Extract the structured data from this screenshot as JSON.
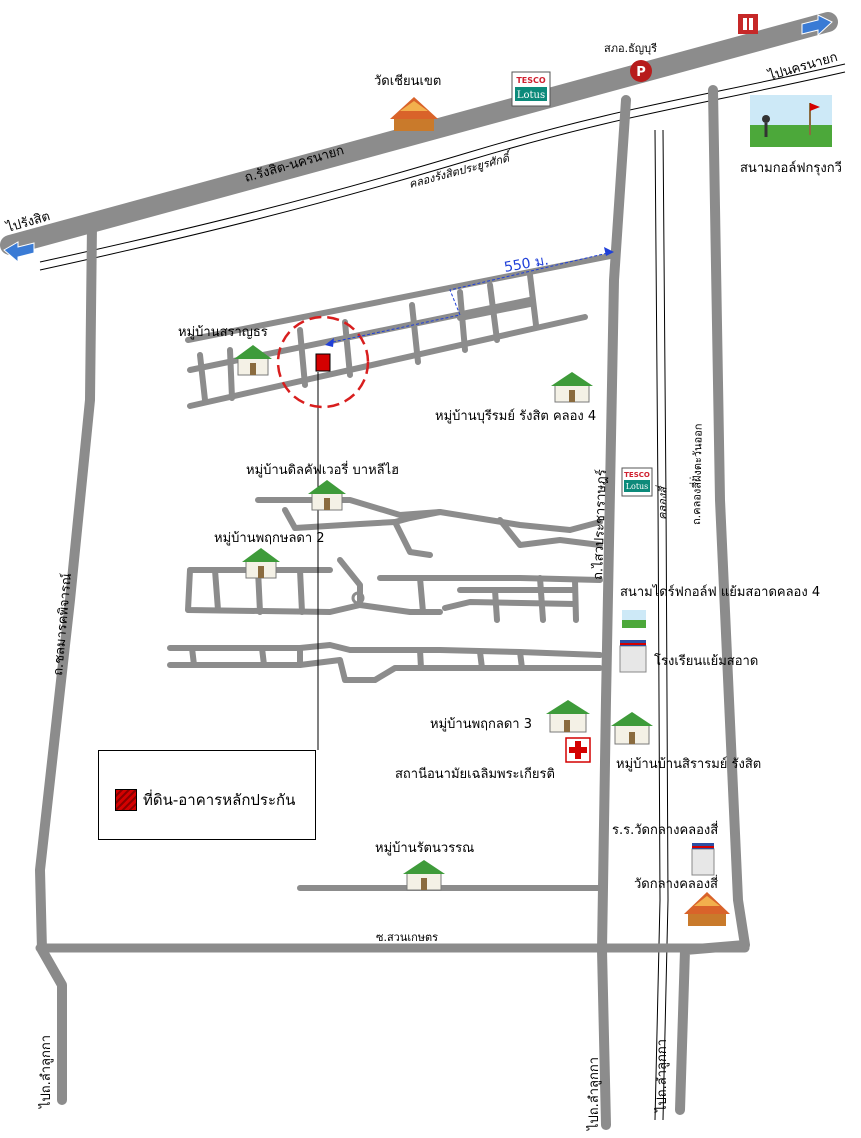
{
  "roads": {
    "main_road": "ถ.รังสิต-นครนายก",
    "canal_main": "คลองรังสิตประยูรศักดิ์",
    "to_rangsit": "ไปรังสิต",
    "to_nakhon_nayok": "ไปนครนายก",
    "cholamarn_road": "ถ.ชลมารคพิจารณ์",
    "sai_prachathipat": "ถ.ไสวประชาราษฎร์",
    "canal_4_east": "ถ.คลองสี่ฝั่งตะวันออก",
    "canal_small": "คลองสี่",
    "suan_kaset": "ซ.สวนเกษตร",
    "to_lamlukka_left": "ไปถ.ลำลูกกา",
    "to_lamlukka_mid": "ไปถ.ลำลูกกา",
    "to_lamlukka_right": "ไปถ.ลำลูกกา"
  },
  "distance_label": "550 ม.",
  "landmarks": {
    "wat_chian_khet": "วัดเชียนเขต",
    "police_thanyaburi": "สภอ.ธัญบุรี",
    "golf_krungthep": "สนามกอล์ฟกรุงกวี",
    "mb_saranthon": "หมู่บ้านสราญธร",
    "mb_burirom": "หมู่บ้านบุรีรมย์ รังสิต คลอง 4",
    "mb_dilight": "หมู่บ้านดิลคัฟเวอรี่ บาหลีไฮ",
    "mb_pruksa2": "หมู่บ้านพฤกษลดา 2",
    "driving_range": "สนามไดร์ฟกอล์ฟ แย้มสอาดคลอง 4",
    "yamsaard_school": "โรงเรียนแย้มสอาด",
    "mb_pruksa3": "หมู่บ้านพฤกลดา 3",
    "health_center": "สถานีอนามัยเฉลิมพระเกียรติ",
    "mb_sirarom": "หมู่บ้านบ้านสิรารมย์ รังสิต",
    "school_wat_klang": "ร.ร.วัดกลางคลองสี่",
    "mb_rattanawan": "หมู่บ้านรัตนวรรณ",
    "wat_klang": "วัดกลางคลองสี่",
    "tesco_top": "TESCO Lotus",
    "tesco_mid": "TESCO Lotus"
  },
  "legend": {
    "label": "ที่ดิน-อาคารหลักประกัน"
  },
  "colors": {
    "road": "#8c8c8c",
    "arrow": "#3a7bd5",
    "property": "#d40000",
    "circle": "#d81e1e",
    "distance": "#1f3fd8"
  }
}
